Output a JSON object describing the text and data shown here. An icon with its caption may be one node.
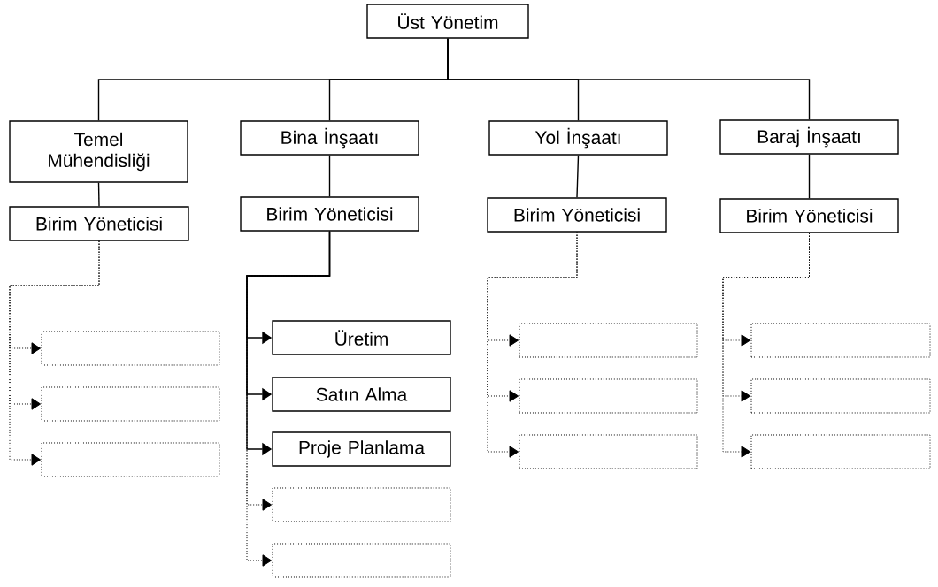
{
  "diagram": {
    "nodes": [
      {
        "text": [
          "Üst Yönetim"
        ]
      },
      {
        "text": [
          "Temel Mühendisliği"
        ]
      },
      {
        "text": [
          "Bina İnşaatı"
        ]
      },
      {
        "text": [
          "Yol İnşaatı"
        ]
      },
      {
        "text": [
          "Baraj İnşaatı"
        ]
      },
      {
        "text": [
          "Birim Yöneticisi"
        ]
      },
      {
        "text": [
          "Birim Yöneticisi"
        ]
      },
      {
        "text": [
          "Birim Yöneticisi"
        ]
      },
      {
        "text": [
          "Birim Yöneticisi"
        ]
      },
      {
        "text": [],
        "shape": "box"
      },
      {
        "text": [],
        "shape": "box"
      },
      {
        "text": [],
        "shape": "box"
      },
      {
        "text": [
          "Üretim"
        ]
      },
      {
        "text": [
          "Satın Alma"
        ]
      },
      {
        "text": [
          "Proje Planlama"
        ]
      },
      {
        "text": [],
        "shape": "box"
      },
      {
        "text": [],
        "shape": "box"
      },
      {
        "text": [],
        "shape": "box"
      },
      {
        "text": [],
        "shape": "box"
      },
      {
        "text": [],
        "shape": "box"
      },
      {
        "text": [],
        "shape": "box"
      },
      {
        "text": [],
        "shape": "box"
      },
      {
        "text": [],
        "shape": "box"
      }
    ],
    "edges": [
      {
        "from": 0,
        "to": 1,
        "arrow": "none"
      },
      {
        "from": 0,
        "to": 2,
        "arrow": "none"
      },
      {
        "from": 0,
        "to": 3,
        "arrow": "none"
      },
      {
        "from": 0,
        "to": 4,
        "arrow": "none"
      },
      {
        "from": 1,
        "to": 5,
        "arrow": "none"
      },
      {
        "from": 2,
        "to": 6,
        "arrow": "none"
      },
      {
        "from": 3,
        "to": 7,
        "arrow": "none"
      },
      {
        "from": 4,
        "to": 8,
        "arrow": "none"
      },
      {
        "from": 5,
        "to": 9,
        "arrow": "to",
        "style": "dashed"
      },
      {
        "from": 5,
        "to": 10,
        "arrow": "to",
        "style": "dashed"
      },
      {
        "from": 5,
        "to": 11,
        "arrow": "to",
        "style": "dashed"
      },
      {
        "from": 6,
        "to": 12,
        "arrow": "to"
      },
      {
        "from": 6,
        "to": 13,
        "arrow": "to"
      },
      {
        "from": 6,
        "to": 14,
        "arrow": "to"
      },
      {
        "from": 6,
        "to": 15,
        "arrow": "to",
        "style": "dashed"
      },
      {
        "from": 6,
        "to": 16,
        "arrow": "to",
        "style": "dashed"
      },
      {
        "from": 7,
        "to": 17,
        "arrow": "to",
        "style": "dashed"
      },
      {
        "from": 7,
        "to": 18,
        "arrow": "to",
        "style": "dashed"
      },
      {
        "from": 7,
        "to": 19,
        "arrow": "to",
        "style": "dashed"
      },
      {
        "from": 8,
        "to": 20,
        "arrow": "to",
        "style": "dashed"
      },
      {
        "from": 8,
        "to": 21,
        "arrow": "to",
        "style": "dashed"
      },
      {
        "from": 8,
        "to": 22,
        "arrow": "to",
        "style": "dashed"
      }
    ]
  }
}
